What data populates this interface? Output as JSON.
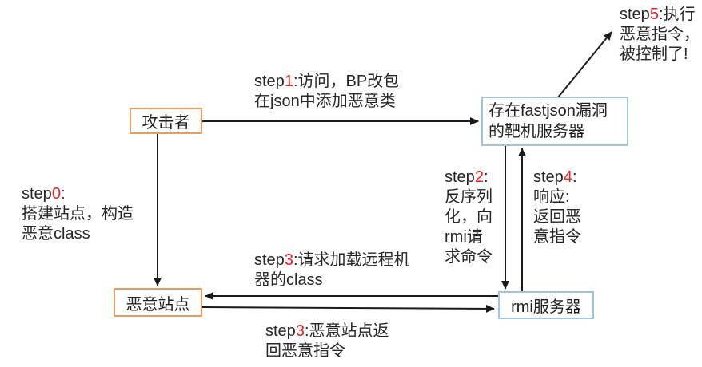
{
  "colors": {
    "background": "#ffffff",
    "node_border_orange": "#eb9d5f",
    "node_border_blue": "#9dc3e6",
    "arrow": "#1a1a1a",
    "text": "#262626",
    "step_number_red": "#f02020"
  },
  "nodes": {
    "attacker": {
      "label": "攻击者"
    },
    "target": {
      "label": "存在fastjson漏洞\n的靶机服务器"
    },
    "malicious_site": {
      "label": "恶意站点"
    },
    "rmi_server": {
      "label": "rmi服务器"
    }
  },
  "labels": {
    "step1": {
      "prefix": "step",
      "num": "1",
      "rest": ":访问，BP改包\n在json中添加恶意类"
    },
    "step5": {
      "prefix": "step",
      "num": "5",
      "rest": ":执行\n恶意指令，\n被控制了!"
    },
    "step0": {
      "prefix": "step",
      "num": "0",
      "rest": ":\n搭建站点，构造\n恶意class"
    },
    "step2": {
      "prefix": "step",
      "num": "2",
      "rest": ":\n反序列\n化，向\nrmi请\n求命令"
    },
    "step4": {
      "prefix": "step",
      "num": "4",
      "rest": ":\n响应:\n返回恶\n意指令"
    },
    "step3_request": {
      "prefix": "step",
      "num": "3",
      "rest": ":请求加载远程机\n器的class"
    },
    "step3_return": {
      "prefix": "step",
      "num": "3",
      "rest": ":恶意站点返\n回恶意指令"
    }
  }
}
